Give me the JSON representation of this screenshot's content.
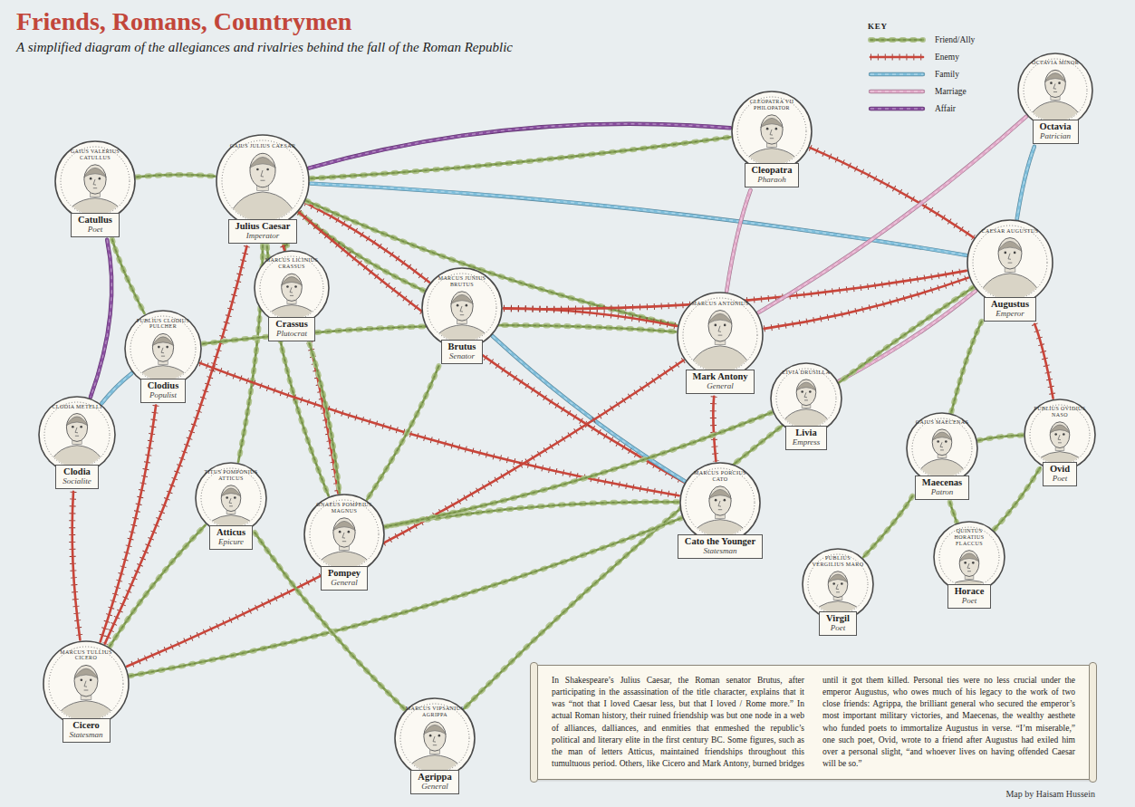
{
  "diagram": {
    "title": "Friends, Romans, Countrymen",
    "caption": "In Shakespeare’s Julius Caesar, the Roman senator Brutus, after participating in the assassination of the title character, explains that it was “not that I loved Caesar less, but that I loved / Rome more.” In actual Roman history, their ruined friendship was but one node in a web of alliances, dalliances, and enmities that enmeshed the republic’s political and literary elite in the first century BC. Some figures, such as the man of letters Atticus, maintained friendships throughout this tumultuous period. Others, like Cicero and Mark Antony, burned bridges until it got them killed. Personal ties were no less crucial under the emperor Augustus, who owes much of his legacy to the work of two close friends: Agrippa, the brilliant general who secured the emperor’s most important military victories, and Maecenas, the wealthy aesthete who funded poets to immortalize Augustus in verse. “I’m miserable,” one such poet, Ovid, wrote to a friend after Augustus had exiled him over a personal slight, “and whoever lives on having offended Caesar will be so.”",
    "nodes": [
      {
        "text": [
          "GAIUS VALERIUS CATULLUS",
          "Catullus",
          "Poet"
        ]
      },
      {
        "text": [
          "GAIUS JULIUS CAESAR",
          "Julius Caesar",
          "Imperator"
        ]
      },
      {
        "text": [
          "CLEOPATRA VII PHILOPATOR",
          "Cleopatra",
          "Pharaoh"
        ]
      },
      {
        "text": [
          "OCTAVIA MINOR",
          "Octavia",
          "Patrician"
        ]
      },
      {
        "text": [
          "MARCUS LICINIUS CRASSUS",
          "Crassus",
          "Plutocrat"
        ]
      },
      {
        "text": [
          "MARCUS JUNIUS BRUTUS",
          "Brutus",
          "Senator"
        ]
      },
      {
        "text": [
          "MARCUS ANTONIUS",
          "Mark Antony",
          "General"
        ]
      },
      {
        "text": [
          "CAESAR AUGUSTUS",
          "Augustus",
          "Emperor"
        ]
      },
      {
        "text": [
          "PUBLIUS CLODIUS PULCHER",
          "Clodius",
          "Populist"
        ]
      },
      {
        "text": [
          "LIVIA DRUSILLA",
          "Livia",
          "Empress"
        ]
      },
      {
        "text": [
          "CLODIA METELLI",
          "Clodia",
          "Socialite"
        ]
      },
      {
        "text": [
          "TITUS POMPONIUS ATTICUS",
          "Atticus",
          "Epicure"
        ]
      },
      {
        "text": [
          "GNAEUS POMPEIUS MAGNUS",
          "Pompey",
          "General"
        ]
      },
      {
        "text": [
          "MARCUS PORCIUS CATO",
          "Cato the Younger",
          "Statesman"
        ]
      },
      {
        "text": [
          "GAIUS MAECENAS",
          "Maecenas",
          "Patron"
        ]
      },
      {
        "text": [
          "PUBLIUS OVIDIUS NASO",
          "Ovid",
          "Poet"
        ]
      },
      {
        "text": [
          "QUINTUS HORATIUS FLACCUS",
          "Horace",
          "Poet"
        ]
      },
      {
        "text": [
          "PUBLIUS VERGILIUS MARO",
          "Virgil",
          "Poet"
        ]
      },
      {
        "text": [
          "MARCUS TULLIUS CICERO",
          "Cicero",
          "Statesman"
        ]
      },
      {
        "text": [
          "MARCUS VIPSANIUS AGRIPPA",
          "Agrippa",
          "General"
        ]
      }
    ],
    "edges": [
      {
        "from": 1,
        "to": 2,
        "arrow": "none"
      },
      {
        "from": 1,
        "to": 2,
        "arrow": "none"
      },
      {
        "from": 0,
        "to": 1,
        "arrow": "none"
      },
      {
        "from": 1,
        "to": 7,
        "arrow": "none"
      },
      {
        "from": 1,
        "to": 5,
        "arrow": "none"
      },
      {
        "from": 1,
        "to": 5,
        "arrow": "none"
      },
      {
        "from": 1,
        "to": 4,
        "arrow": "none"
      },
      {
        "from": 1,
        "to": 6,
        "arrow": "none"
      },
      {
        "from": 1,
        "to": 11,
        "arrow": "none"
      },
      {
        "from": 1,
        "to": 12,
        "arrow": "none"
      },
      {
        "from": 1,
        "to": 12,
        "arrow": "none"
      },
      {
        "from": 1,
        "to": 13,
        "arrow": "none"
      },
      {
        "from": 1,
        "to": 18,
        "arrow": "none"
      },
      {
        "from": 0,
        "to": 8,
        "arrow": "none"
      },
      {
        "from": 0,
        "to": 10,
        "arrow": "none"
      },
      {
        "from": 8,
        "to": 10,
        "arrow": "none"
      },
      {
        "from": 8,
        "to": 18,
        "arrow": "none"
      },
      {
        "from": 10,
        "to": 18,
        "arrow": "none"
      },
      {
        "from": 8,
        "to": 6,
        "arrow": "none"
      },
      {
        "from": 8,
        "to": 13,
        "arrow": "none"
      },
      {
        "from": 4,
        "to": 12,
        "arrow": "none"
      },
      {
        "from": 5,
        "to": 13,
        "arrow": "none"
      },
      {
        "from": 5,
        "to": 6,
        "arrow": "none"
      },
      {
        "from": 5,
        "to": 7,
        "arrow": "none"
      },
      {
        "from": 5,
        "to": 12,
        "arrow": "none"
      },
      {
        "from": 2,
        "to": 6,
        "arrow": "none"
      },
      {
        "from": 2,
        "to": 7,
        "arrow": "none"
      },
      {
        "from": 6,
        "to": 7,
        "arrow": "none"
      },
      {
        "from": 3,
        "to": 6,
        "arrow": "none"
      },
      {
        "from": 3,
        "to": 7,
        "arrow": "none"
      },
      {
        "from": 7,
        "to": 9,
        "arrow": "none"
      },
      {
        "from": 7,
        "to": 14,
        "arrow": "none"
      },
      {
        "from": 7,
        "to": 15,
        "arrow": "none"
      },
      {
        "from": 7,
        "to": 19,
        "arrow": "none"
      },
      {
        "from": 14,
        "to": 15,
        "arrow": "none"
      },
      {
        "from": 14,
        "to": 16,
        "arrow": "none"
      },
      {
        "from": 14,
        "to": 17,
        "arrow": "none"
      },
      {
        "from": 16,
        "to": 15,
        "arrow": "none"
      },
      {
        "from": 6,
        "to": 18,
        "arrow": "none"
      },
      {
        "from": 6,
        "to": 13,
        "arrow": "none"
      },
      {
        "from": 12,
        "to": 13,
        "arrow": "none"
      },
      {
        "from": 18,
        "to": 13,
        "arrow": "none"
      },
      {
        "from": 18,
        "to": 11,
        "arrow": "none"
      },
      {
        "from": 11,
        "to": 19,
        "arrow": "none"
      },
      {
        "from": 9,
        "to": 12,
        "arrow": "none"
      }
    ],
    "labels": [
      "A simplified diagram of the allegiances and rivalries behind the fall of the Roman Republic",
      "KEY",
      "Map by Haisam Hussein"
    ],
    "legend": [
      {
        "text": "Friend/Ally",
        "color": "#8aa65a"
      },
      {
        "text": "Enemy",
        "color": "#c9453a"
      },
      {
        "text": "Family",
        "color": "#7fbfdc"
      },
      {
        "text": "Marriage",
        "color": "#e2a9c9"
      },
      {
        "text": "Affair",
        "color": "#8a4fa0"
      }
    ]
  }
}
